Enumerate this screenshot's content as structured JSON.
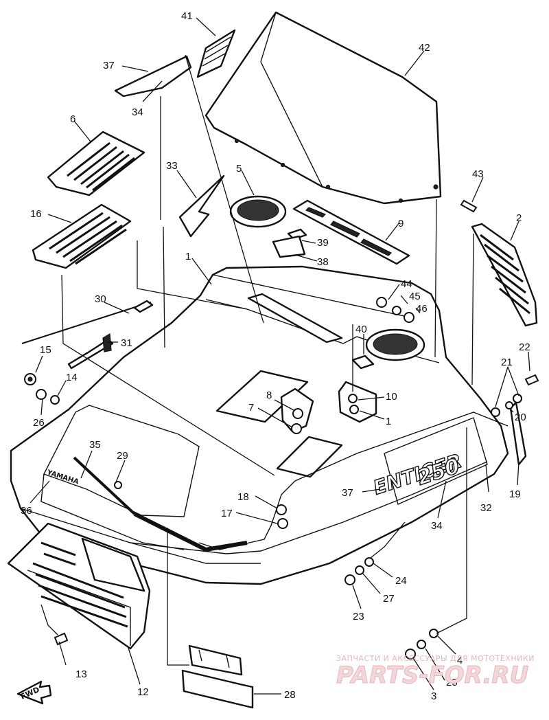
{
  "callouts": [
    {
      "id": "c41",
      "label": "41"
    },
    {
      "id": "c42",
      "label": "42"
    },
    {
      "id": "c37a",
      "label": "37"
    },
    {
      "id": "c34a",
      "label": "34"
    },
    {
      "id": "c6",
      "label": "6"
    },
    {
      "id": "c33",
      "label": "33"
    },
    {
      "id": "c5",
      "label": "5"
    },
    {
      "id": "c43",
      "label": "43"
    },
    {
      "id": "c2",
      "label": "2"
    },
    {
      "id": "c16",
      "label": "16"
    },
    {
      "id": "c9",
      "label": "9"
    },
    {
      "id": "c39",
      "label": "39"
    },
    {
      "id": "c38",
      "label": "38"
    },
    {
      "id": "c1a",
      "label": "1"
    },
    {
      "id": "c44",
      "label": "44"
    },
    {
      "id": "c45",
      "label": "45"
    },
    {
      "id": "c46",
      "label": "46"
    },
    {
      "id": "c30",
      "label": "30"
    },
    {
      "id": "c31",
      "label": "31"
    },
    {
      "id": "c40",
      "label": "40"
    },
    {
      "id": "c22",
      "label": "22"
    },
    {
      "id": "c15",
      "label": "15"
    },
    {
      "id": "c21",
      "label": "21"
    },
    {
      "id": "c14",
      "label": "14"
    },
    {
      "id": "c8",
      "label": "8"
    },
    {
      "id": "c10",
      "label": "10"
    },
    {
      "id": "c26",
      "label": "26"
    },
    {
      "id": "c7",
      "label": "7"
    },
    {
      "id": "c1b",
      "label": "1"
    },
    {
      "id": "c20",
      "label": "20"
    },
    {
      "id": "c35",
      "label": "35"
    },
    {
      "id": "c29",
      "label": "29"
    },
    {
      "id": "c19",
      "label": "19"
    },
    {
      "id": "c37b",
      "label": "37"
    },
    {
      "id": "c32",
      "label": "32"
    },
    {
      "id": "c18",
      "label": "18"
    },
    {
      "id": "c36",
      "label": "36"
    },
    {
      "id": "c17",
      "label": "17"
    },
    {
      "id": "c34b",
      "label": "34"
    },
    {
      "id": "c24",
      "label": "24"
    },
    {
      "id": "c27",
      "label": "27"
    },
    {
      "id": "c23",
      "label": "23"
    },
    {
      "id": "c13",
      "label": "13"
    },
    {
      "id": "c12",
      "label": "12"
    },
    {
      "id": "c4",
      "label": "4"
    },
    {
      "id": "c25",
      "label": "25"
    },
    {
      "id": "c28",
      "label": "28"
    },
    {
      "id": "c3",
      "label": "3"
    }
  ],
  "decals": {
    "model_name": "ENTICER",
    "model_number": "250",
    "brand": "YAMAHA"
  },
  "fwd_marker": "FWD",
  "watermark": {
    "line": "ЗАПЧАСТИ И АКСЕССУАРЫ ДЛЯ МОТОТЕХНИКИ",
    "brand": "PARTS-FOR.RU",
    "color": "#e8b4bb"
  }
}
